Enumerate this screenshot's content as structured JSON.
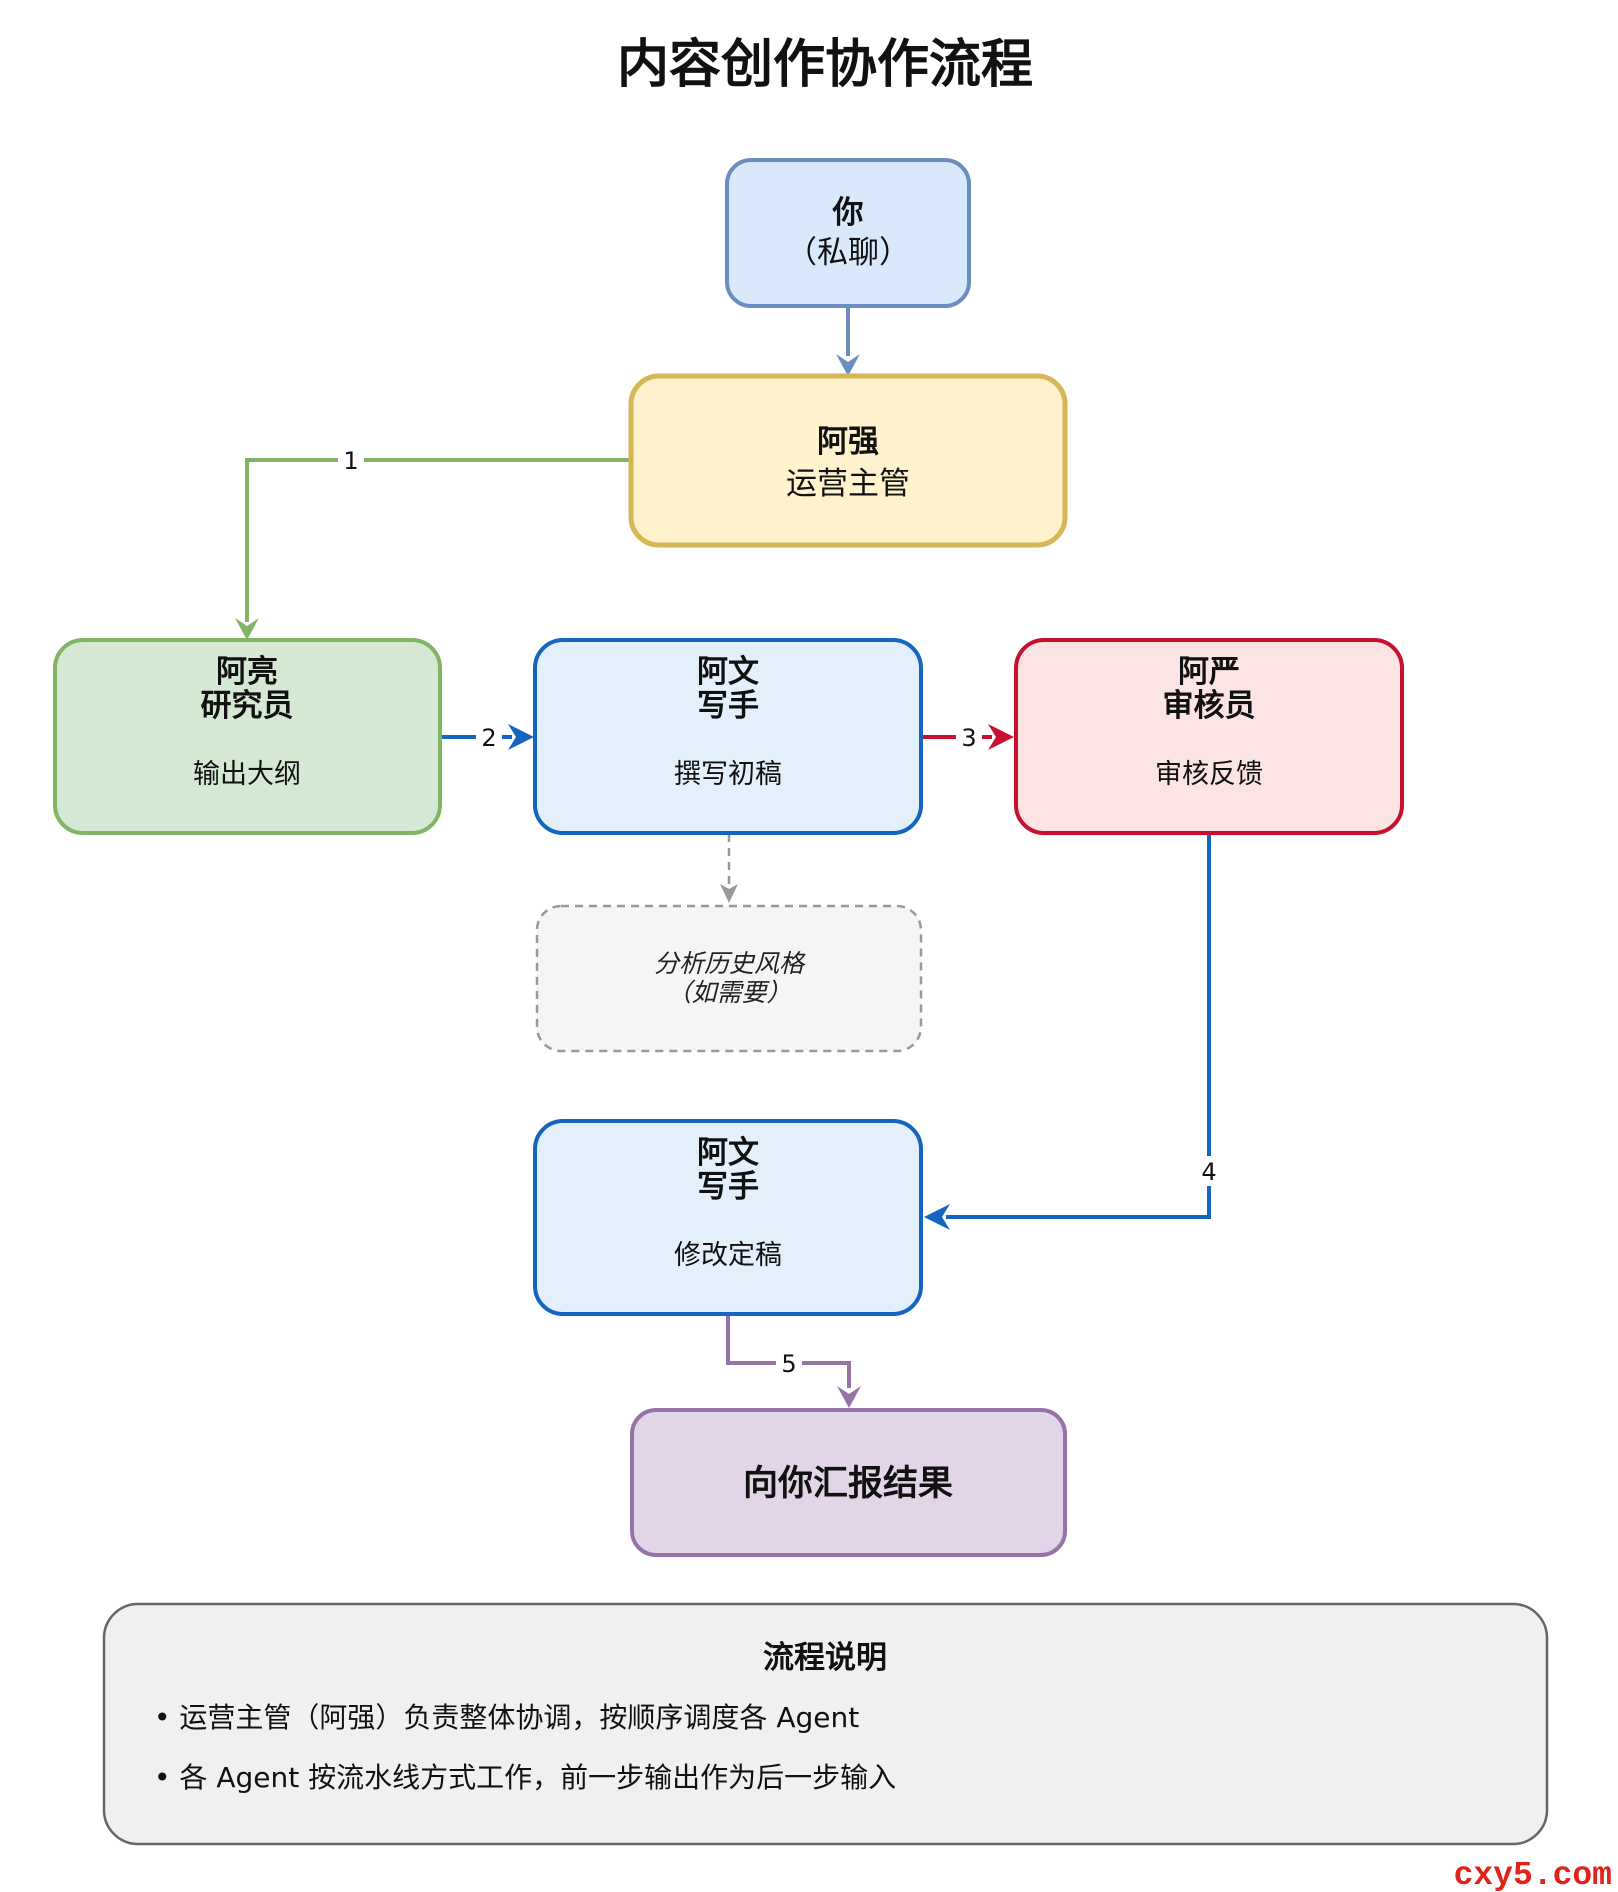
{
  "title": "内容创作协作流程",
  "colors": {
    "you_fill": "#dae8fc",
    "you_stroke": "#6c8ebf",
    "manager_fill": "#fff2cc",
    "manager_stroke": "#d6b656",
    "research_fill": "#d5e8d4",
    "research_stroke": "#82b366",
    "writer_fill": "#e3f0fc",
    "writer_stroke": "#1565c0",
    "review_fill": "#fde4e4",
    "review_stroke": "#c8102e",
    "optional_fill": "#f5f5f5",
    "optional_stroke": "#999999",
    "report_fill": "#e1d5e7",
    "report_stroke": "#9673a6",
    "notes_fill": "#f0f0f0",
    "notes_stroke": "#666666",
    "watermark": "#e0241b"
  },
  "nodes": {
    "you": {
      "title": "你",
      "subtitle": "（私聊）"
    },
    "manager": {
      "title": "阿强",
      "subtitle": "运营主管"
    },
    "researcher": {
      "title": "阿亮",
      "role": "研究员",
      "task": "输出大纲"
    },
    "writer_draft": {
      "title": "阿文",
      "role": "写手",
      "task": "撰写初稿"
    },
    "reviewer": {
      "title": "阿严",
      "role": "审核员",
      "task": "审核反馈"
    },
    "style_analysis": {
      "line1": "分析历史风格",
      "line2": "（如需要）"
    },
    "writer_final": {
      "title": "阿文",
      "role": "写手",
      "task": "修改定稿"
    },
    "report": {
      "label": "向你汇报结果"
    }
  },
  "edges": {
    "e1": "1",
    "e2": "2",
    "e3": "3",
    "e4": "4",
    "e5": "5"
  },
  "notes": {
    "title": "流程说明",
    "items": [
      "• 运营主管（阿强）负责整体协调，按顺序调度各 Agent",
      "• 各 Agent 按流水线方式工作，前一步输出作为后一步输入"
    ]
  },
  "watermark": "cxy5.com"
}
